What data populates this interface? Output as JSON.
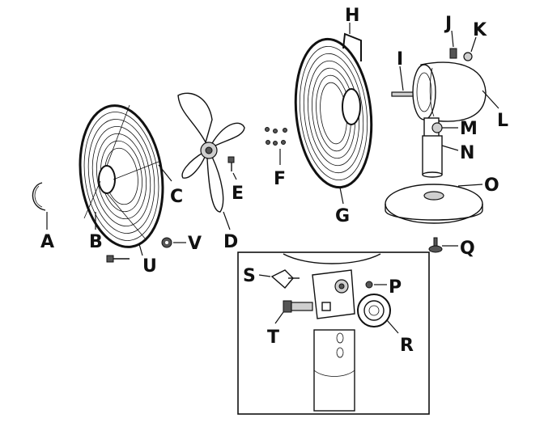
{
  "labels": {
    "A": "A",
    "B": "B",
    "C": "C",
    "D": "D",
    "E": "E",
    "F": "F",
    "G": "G",
    "H": "H",
    "I": "I",
    "J": "J",
    "K": "K",
    "L": "L",
    "M": "M",
    "N": "N",
    "O": "O",
    "P": "P",
    "Q": "Q",
    "R": "R",
    "S": "S",
    "T": "T",
    "U": "U",
    "V": "V"
  }
}
